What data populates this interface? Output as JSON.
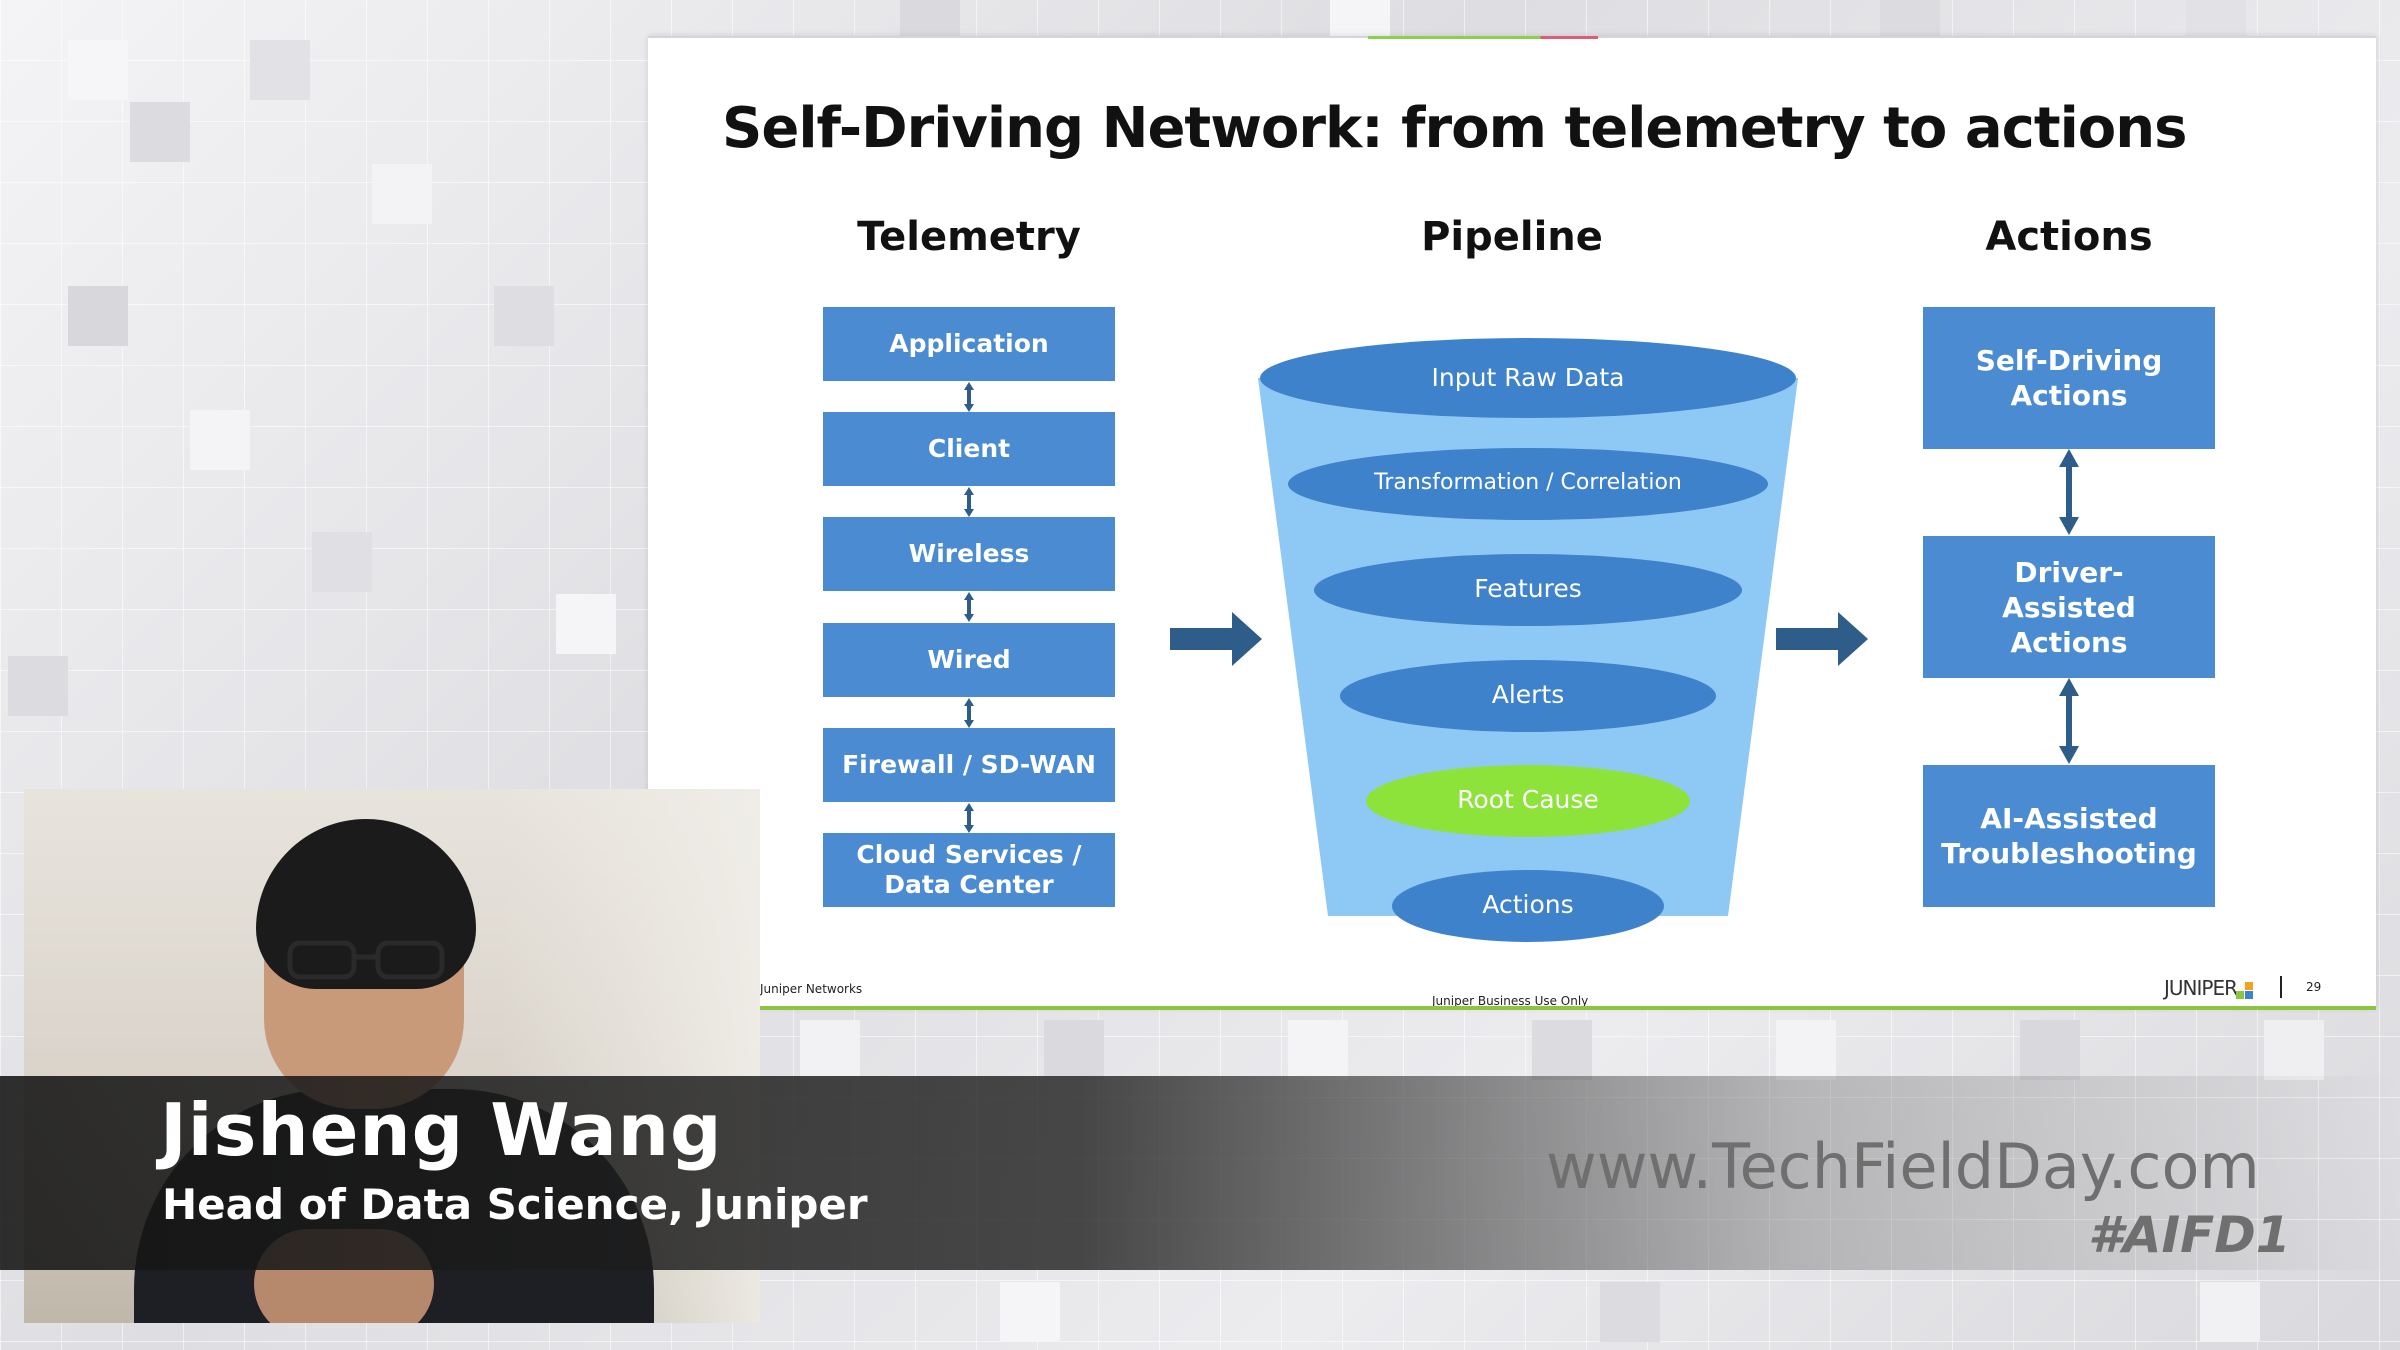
{
  "slide": {
    "title": "Self-Driving Network: from telemetry to actions",
    "columns": {
      "telemetry": "Telemetry",
      "pipeline": "Pipeline",
      "actions": "Actions"
    },
    "telemetry_layers": [
      "Application",
      "Client",
      "Wireless",
      "Wired",
      "Firewall / SD-WAN",
      "Cloud Services / Data Center"
    ],
    "pipeline_stages": [
      "Input Raw Data",
      "Transformation / Correlation",
      "Features",
      "Alerts",
      "Root Cause",
      "Actions"
    ],
    "action_levels": [
      "Self-Driving Actions",
      "Driver-Assisted Actions",
      "AI-Assisted Troubleshooting"
    ],
    "footer": {
      "left": "Juniper Networks",
      "center": "Juniper Business Use Only",
      "logo": "JUNIPER",
      "page": "29"
    },
    "colors": {
      "box": "#4a8bd1",
      "funnel_light": "#8ec8f4",
      "highlight": "#8ee33b",
      "arrow": "#2f5d8a"
    }
  },
  "speaker": {
    "name": "Jisheng Wang",
    "title": "Head of Data Science, Juniper"
  },
  "branding": {
    "site": "www.TechFieldDay.com",
    "hashtag": "#AIFD1"
  }
}
